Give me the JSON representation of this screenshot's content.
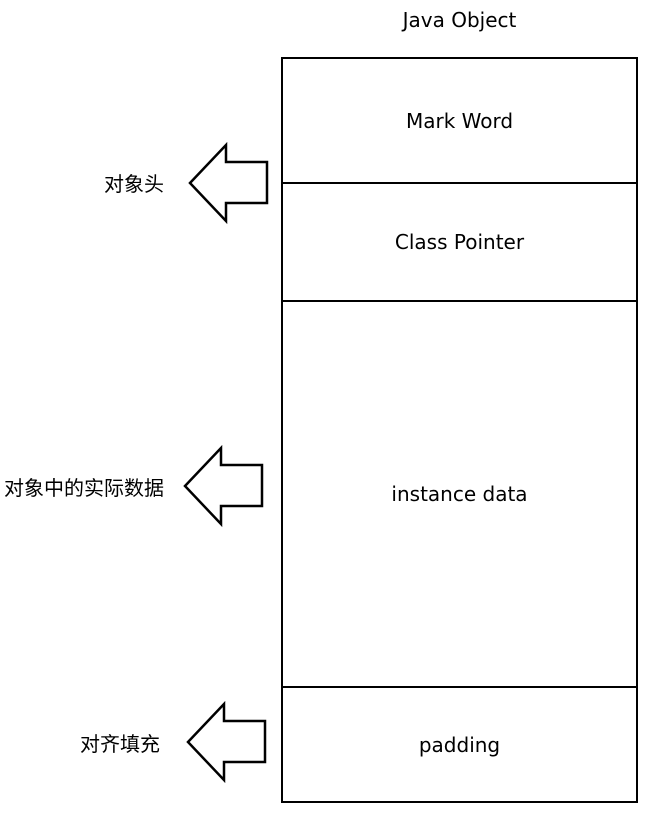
{
  "diagram": {
    "title": "Java Object",
    "sections": {
      "mark_word": "Mark Word",
      "class_pointer": "Class Pointer",
      "instance_data": "instance data",
      "padding": "padding"
    },
    "labels": {
      "header": "对象头",
      "instance_data": "对象中的实际数据",
      "padding": "对齐填充"
    },
    "colors": {
      "stroke": "#000000",
      "fill": "#ffffff"
    }
  }
}
